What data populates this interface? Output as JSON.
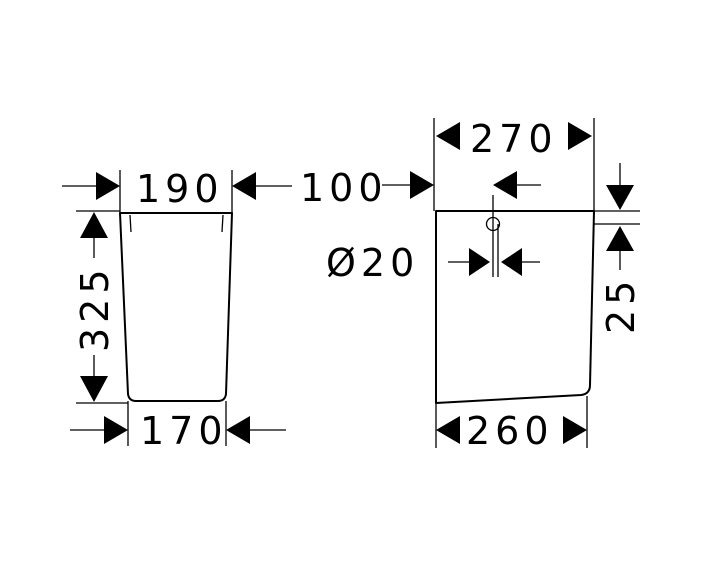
{
  "dimensions": {
    "left_top_width": "190",
    "left_height": "325",
    "left_bottom_width": "170",
    "offset": "100",
    "right_top_width": "270",
    "hole_diameter": "Ø20",
    "right_height": "25",
    "right_bottom_width": "260"
  }
}
